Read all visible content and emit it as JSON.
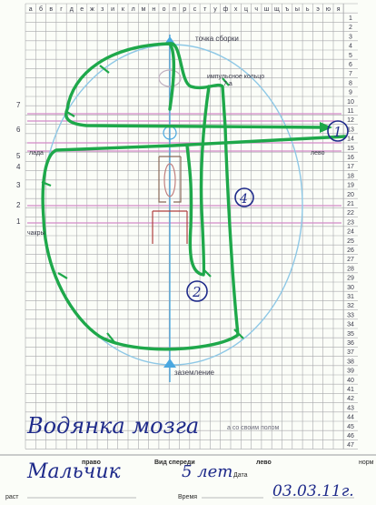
{
  "sheet": {
    "column_letters": [
      "а",
      "б",
      "в",
      "г",
      "д",
      "е",
      "ж",
      "з",
      "и",
      "к",
      "л",
      "м",
      "н",
      "о",
      "п",
      "р",
      "с",
      "т",
      "у",
      "ф",
      "х",
      "ц",
      "ч",
      "ш",
      "щ",
      "ъ",
      "ы",
      "ь",
      "э",
      "ю",
      "я"
    ],
    "row_numbers": [
      "1",
      "2",
      "3",
      "4",
      "5",
      "6",
      "7",
      "8",
      "9",
      "10",
      "11",
      "12",
      "13",
      "14",
      "15",
      "16",
      "17",
      "18",
      "19",
      "20",
      "21",
      "22",
      "23",
      "24",
      "25",
      "26",
      "27",
      "28",
      "29",
      "30",
      "31",
      "32",
      "33",
      "34",
      "35",
      "36",
      "37",
      "38",
      "39",
      "40",
      "41",
      "42",
      "43",
      "44",
      "45",
      "46",
      "47"
    ],
    "chakra_numbers": [
      "7",
      "6",
      "5",
      "4",
      "3",
      "2",
      "1"
    ],
    "labels": {
      "assembly_point": "точка сборки",
      "impulse_ring": "импульсное кольцо",
      "impulse_ring_sub": "7 а",
      "left_side": "лада",
      "right_side": "лево",
      "chakras": "чакры",
      "grounding": "заземление",
      "field_phrase": "а со своим полом"
    },
    "handwriting": {
      "title": "Водянка мозга",
      "subject": "Мальчик",
      "age": "5 лет",
      "date": "03.03.11г.",
      "mark_1": "1",
      "mark_2": "2",
      "mark_4": "4"
    },
    "form": {
      "right_label": "право",
      "front_view_label": "Вид спереди",
      "left_label": "лево",
      "date_label": "Дата",
      "age_label": "раст",
      "time_label": "Время",
      "norm_label": "норм"
    },
    "colors": {
      "grid": "#a8a8ac",
      "paper": "#fbfdf8",
      "aura_outline": "#8ec8e6",
      "energy_path": "#1ea84a",
      "axis": "#4aa8e0",
      "chakra_line": "#d48ac8",
      "ink": "#1e2a8a"
    }
  }
}
